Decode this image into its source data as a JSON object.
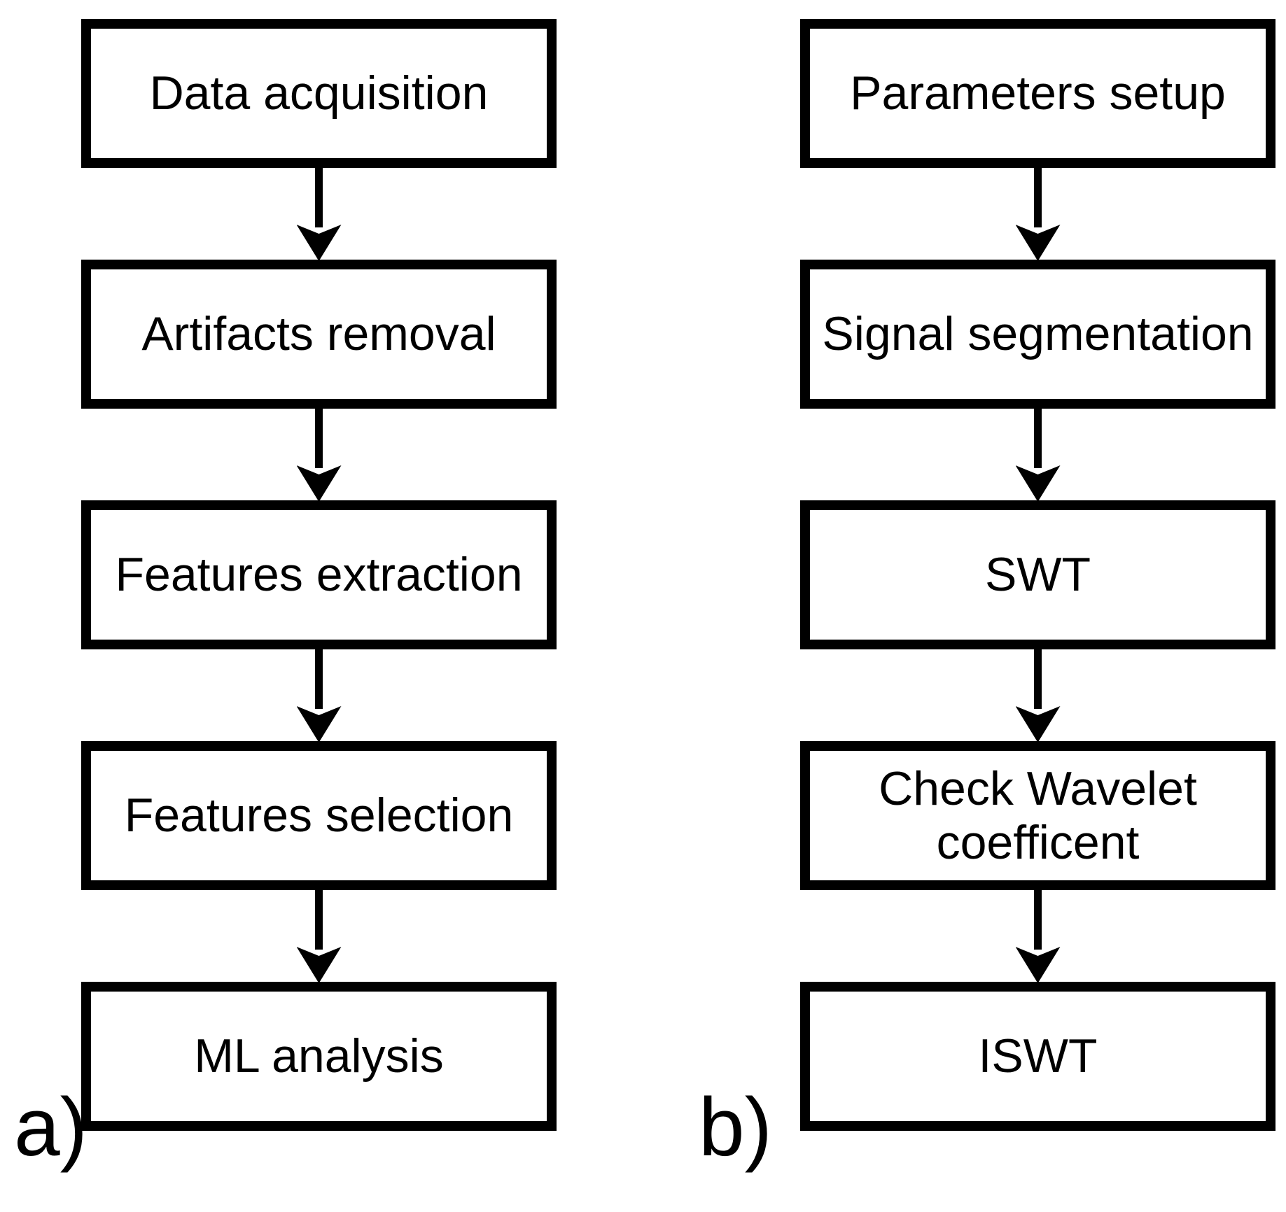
{
  "panels": {
    "a": {
      "label": "a)",
      "steps": [
        "Data acquisition",
        "Artifacts removal",
        "Features extraction",
        "Features selection",
        "ML analysis"
      ]
    },
    "b": {
      "label": "b)",
      "steps": [
        "Parameters setup",
        "Signal segmentation",
        "SWT",
        "Check Wavelet coefficent",
        "ISWT"
      ]
    }
  },
  "colors": {
    "line": "#000000",
    "box_fill": "#ffffff",
    "background": "#ffffff",
    "text": "#000000"
  }
}
